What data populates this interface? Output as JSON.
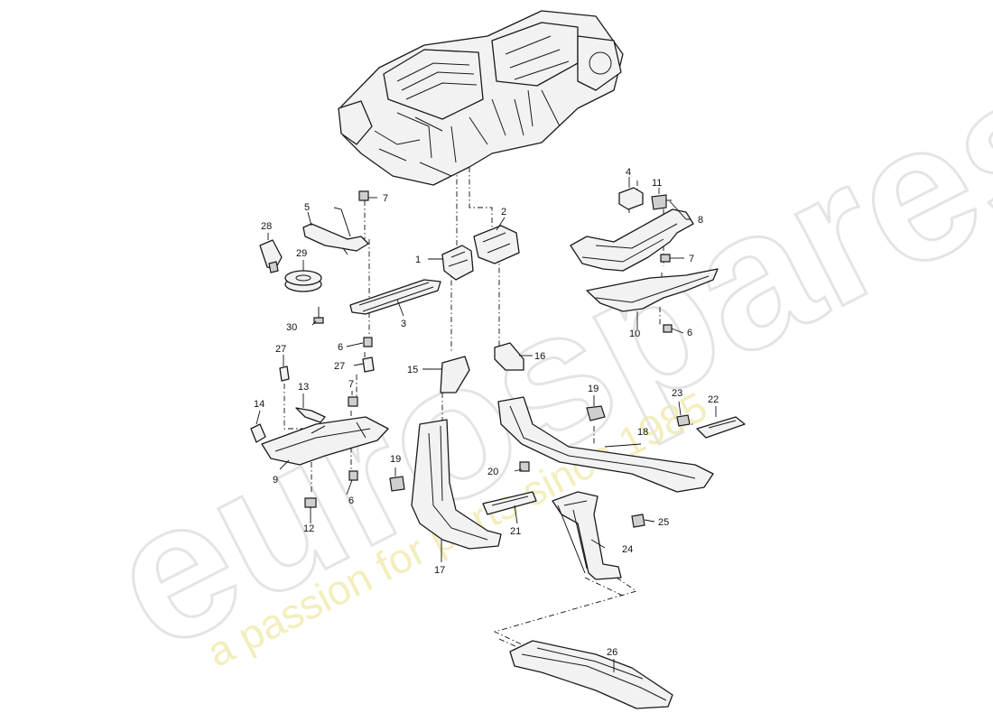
{
  "watermark": {
    "logo_text": "eurospares",
    "tagline": "a passion for parts since 1985",
    "logo_color": "#dcdcdc",
    "tagline_color": "#efe9a8"
  },
  "diagram": {
    "line_color": "#1a1a1a",
    "background": "#ffffff",
    "callouts": {
      "c1": "1",
      "c2": "2",
      "c3": "3",
      "c4": "4",
      "c5": "5",
      "c6a": "6",
      "c6b": "6",
      "c6c": "6",
      "c7a": "7",
      "c7b": "7",
      "c7c": "7",
      "c8": "8",
      "c9": "9",
      "c10": "10",
      "c11": "11",
      "c12": "12",
      "c13": "13",
      "c14": "14",
      "c15": "15",
      "c16": "16",
      "c17": "17",
      "c18": "18",
      "c19a": "19",
      "c19b": "19",
      "c20": "20",
      "c21": "21",
      "c22": "22",
      "c23": "23",
      "c24": "24",
      "c25": "25",
      "c26": "26",
      "c27a": "27",
      "c27b": "27",
      "c28": "28",
      "c29": "29",
      "c30": "30"
    }
  }
}
